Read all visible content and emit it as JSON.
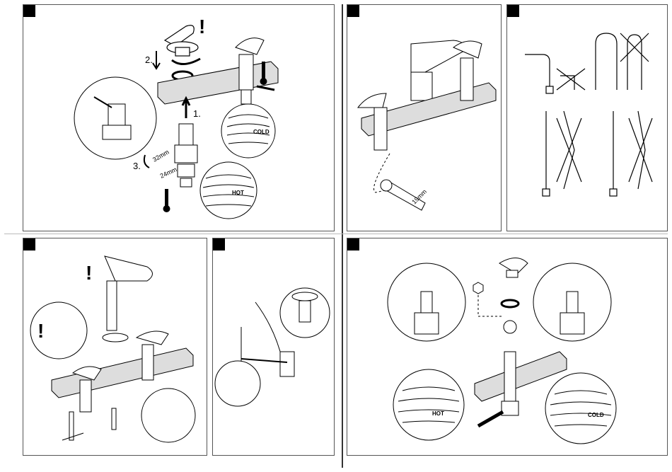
{
  "steps": {
    "s1": "1.",
    "s2": "2.",
    "s3": "3."
  },
  "wrench_sizes": {
    "a": "32mm",
    "b": "24mm",
    "c": "19mm"
  },
  "cartridge_labels": {
    "hot": "HOT",
    "cold": "COLD"
  },
  "warning_mark": "!",
  "colors": {
    "ink": "#000000",
    "line": "#555555",
    "background": "#ffffff"
  }
}
